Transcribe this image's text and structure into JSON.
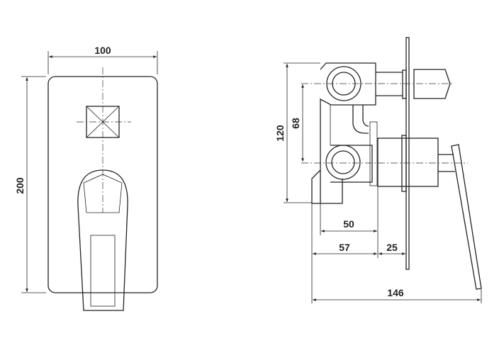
{
  "front_view": {
    "width_label": "100",
    "height_label": "200"
  },
  "side_view": {
    "height_label": "120",
    "outlet_spacing_label": "68",
    "body_depth_label": "50",
    "min_depth_label": "57",
    "max_depth_label": "25",
    "total_depth_label": "146"
  }
}
